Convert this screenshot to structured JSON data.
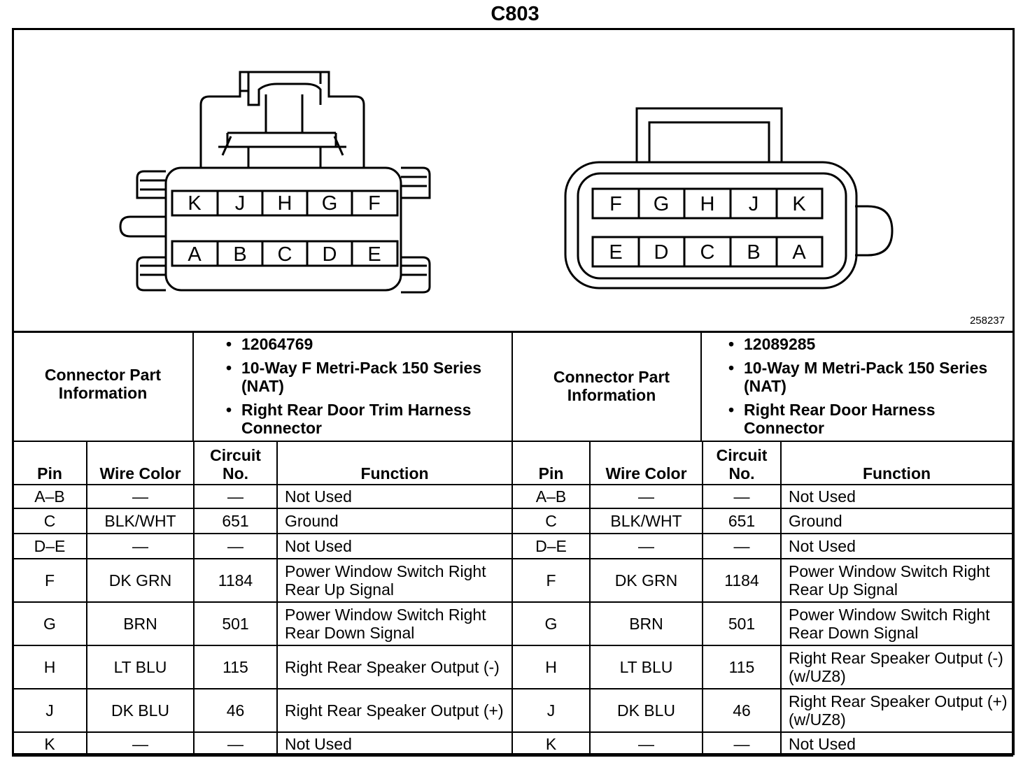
{
  "title": "C803",
  "figure_id": "258237",
  "left_connector": {
    "top_row": [
      "K",
      "J",
      "H",
      "G",
      "F"
    ],
    "bottom_row": [
      "A",
      "B",
      "C",
      "D",
      "E"
    ]
  },
  "right_connector": {
    "top_row": [
      "F",
      "G",
      "H",
      "J",
      "K"
    ],
    "bottom_row": [
      "E",
      "D",
      "C",
      "B",
      "A"
    ]
  },
  "left_info": {
    "label": "Connector Part Information",
    "bullets": [
      "12064769",
      "10-Way F Metri-Pack 150 Series (NAT)",
      "Right Rear Door Trim Harness Connector"
    ]
  },
  "right_info": {
    "label": "Connector Part Information",
    "bullets": [
      "12089285",
      "10-Way M Metri-Pack 150 Series (NAT)",
      "Right Rear Door Harness Connector"
    ]
  },
  "headers": {
    "pin": "Pin",
    "wire_color": "Wire Color",
    "circuit_no": "Circuit No.",
    "function": "Function"
  },
  "left_rows": [
    {
      "pin": "A–B",
      "wire": "—",
      "circuit": "—",
      "function": "Not Used"
    },
    {
      "pin": "C",
      "wire": "BLK/WHT",
      "circuit": "651",
      "function": "Ground"
    },
    {
      "pin": "D–E",
      "wire": "—",
      "circuit": "—",
      "function": "Not Used"
    },
    {
      "pin": "F",
      "wire": "DK GRN",
      "circuit": "1184",
      "function": "Power Window Switch Right Rear Up Signal"
    },
    {
      "pin": "G",
      "wire": "BRN",
      "circuit": "501",
      "function": "Power Window Switch Right Rear Down Signal"
    },
    {
      "pin": "H",
      "wire": "LT BLU",
      "circuit": "115",
      "function": "Right Rear Speaker Output (-)"
    },
    {
      "pin": "J",
      "wire": "DK BLU",
      "circuit": "46",
      "function": "Right Rear Speaker Output (+)"
    },
    {
      "pin": "K",
      "wire": "—",
      "circuit": "—",
      "function": "Not Used"
    }
  ],
  "right_rows": [
    {
      "pin": "A–B",
      "wire": "—",
      "circuit": "—",
      "function": "Not Used"
    },
    {
      "pin": "C",
      "wire": "BLK/WHT",
      "circuit": "651",
      "function": "Ground"
    },
    {
      "pin": "D–E",
      "wire": "—",
      "circuit": "—",
      "function": "Not Used"
    },
    {
      "pin": "F",
      "wire": "DK GRN",
      "circuit": "1184",
      "function": "Power Window Switch Right Rear Up Signal"
    },
    {
      "pin": "G",
      "wire": "BRN",
      "circuit": "501",
      "function": "Power Window Switch Right Rear Down Signal"
    },
    {
      "pin": "H",
      "wire": "LT BLU",
      "circuit": "115",
      "function": "Right Rear Speaker Output (-) (w/UZ8)"
    },
    {
      "pin": "J",
      "wire": "DK BLU",
      "circuit": "46",
      "function": "Right Rear Speaker Output (+) (w/UZ8)"
    },
    {
      "pin": "K",
      "wire": "—",
      "circuit": "—",
      "function": "Not Used"
    }
  ]
}
